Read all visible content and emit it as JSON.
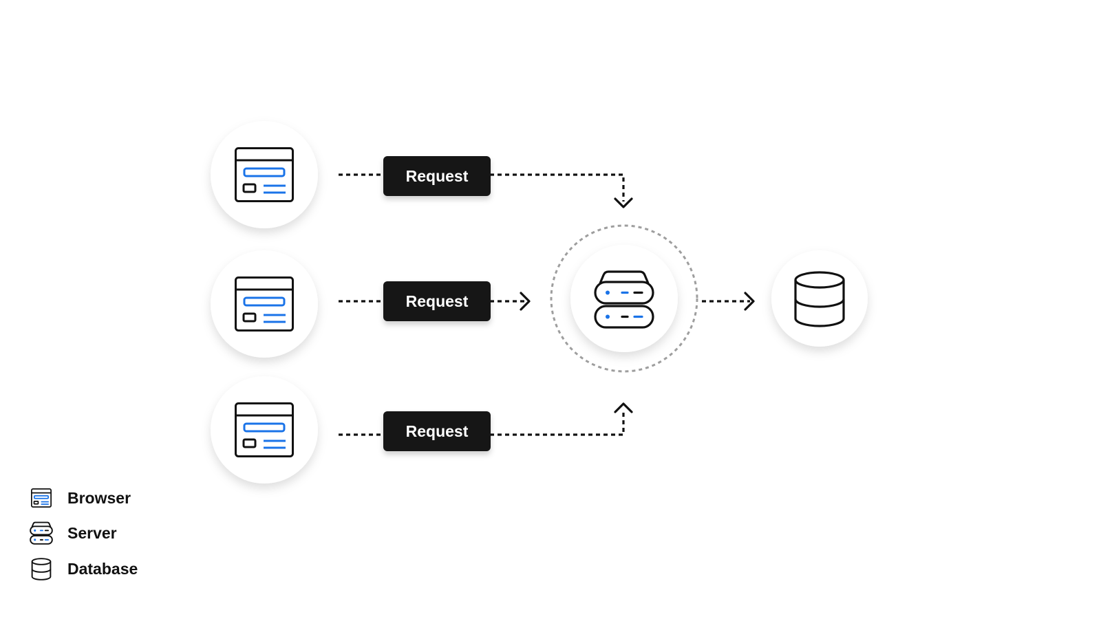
{
  "diagram": {
    "requests": [
      {
        "label": "Request"
      },
      {
        "label": "Request"
      },
      {
        "label": "Request"
      }
    ]
  },
  "legend": {
    "items": [
      {
        "icon": "browser-icon",
        "label": "Browser"
      },
      {
        "icon": "server-icon",
        "label": "Server"
      },
      {
        "icon": "database-icon",
        "label": "Database"
      }
    ]
  },
  "colors": {
    "accent": "#1a73e8",
    "ink": "#111111",
    "label_bg": "#141414",
    "node_bg": "#ffffff",
    "dashed_ring": "#9e9e9e"
  }
}
